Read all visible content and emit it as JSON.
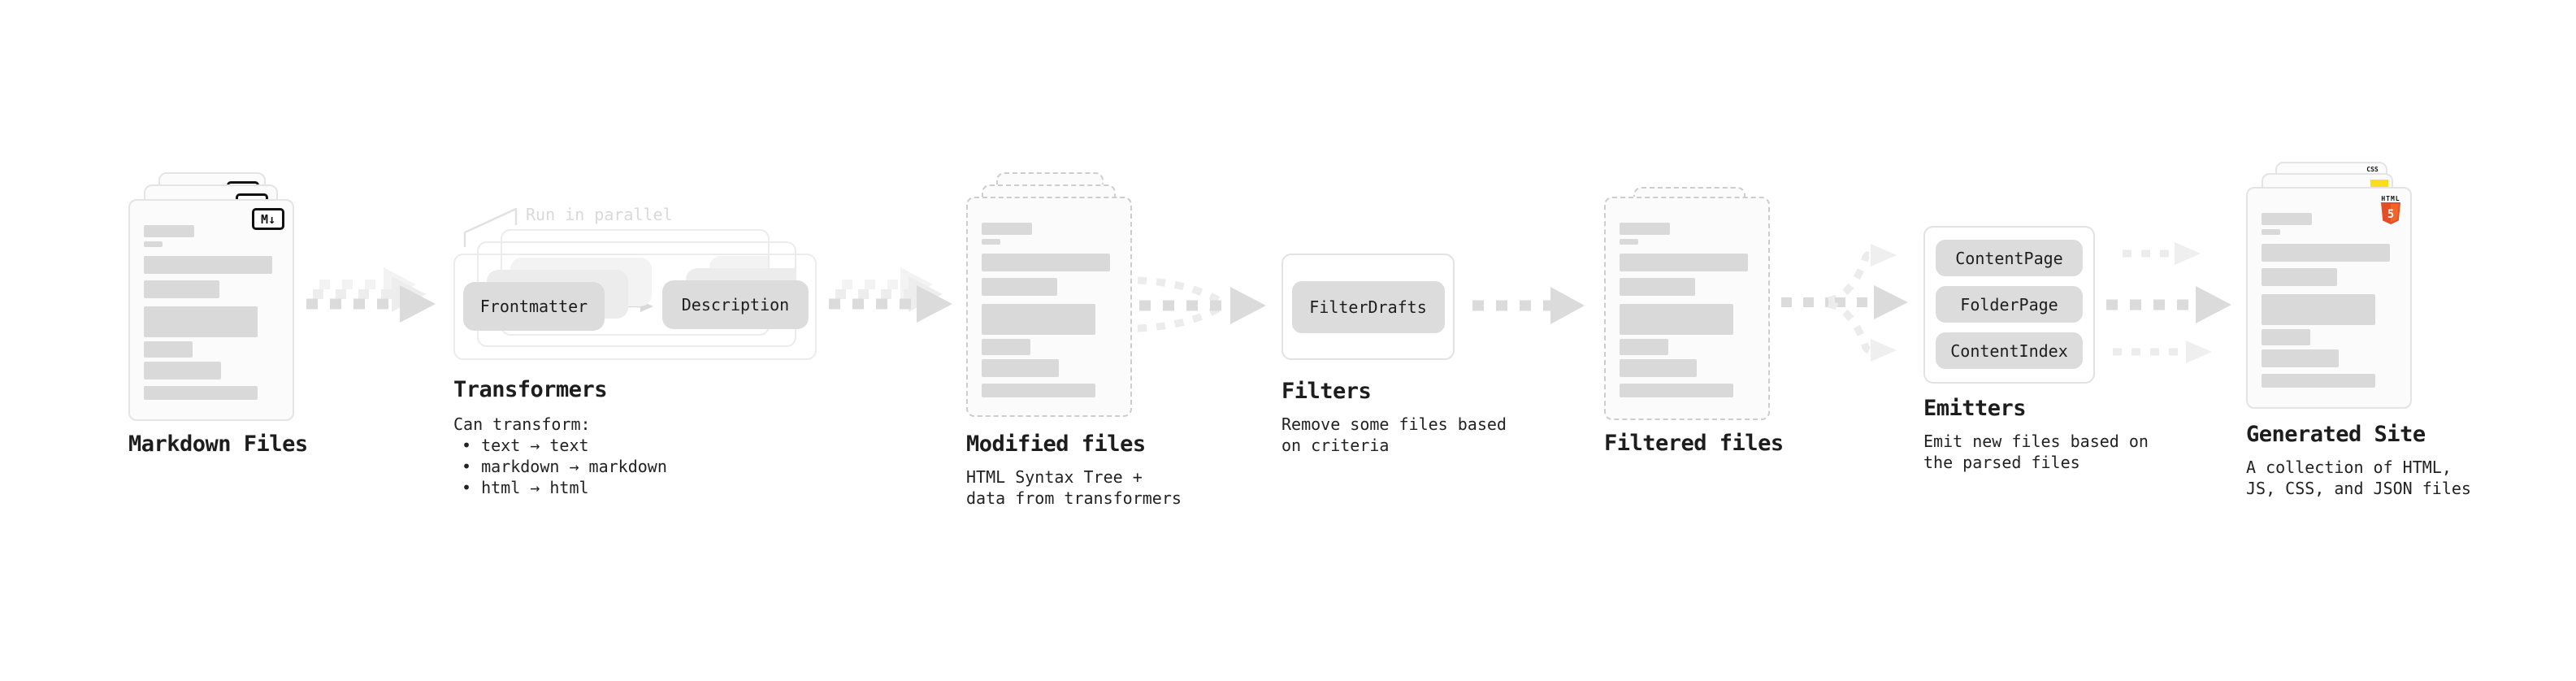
{
  "pipeline": {
    "markdown_files": {
      "label": "Markdown Files",
      "badge": "M↓"
    },
    "transformers": {
      "label": "Transformers",
      "annotation": "Run in parallel",
      "pill_left": "Frontmatter",
      "pill_right": "Description",
      "desc_title": "Can transform:",
      "bullets": [
        "• text → text",
        "• markdown → markdown",
        "• html → html"
      ]
    },
    "modified_files": {
      "label": "Modified files",
      "desc": [
        "HTML Syntax Tree +",
        "data from transformers"
      ]
    },
    "filters": {
      "label": "Filters",
      "pill": "FilterDrafts",
      "desc": [
        "Remove some files based",
        "on criteria"
      ]
    },
    "filtered_files": {
      "label": "Filtered files"
    },
    "emitters": {
      "label": "Emitters",
      "pills": [
        "ContentPage",
        "FolderPage",
        "ContentIndex"
      ],
      "desc": [
        "Emit new files based on",
        "the parsed files"
      ]
    },
    "generated_site": {
      "label": "Generated Site",
      "badges": {
        "css": "CSS",
        "html": "HTML",
        "html_number": "5"
      },
      "desc": [
        "A collection of HTML,",
        "JS, CSS, and JSON files"
      ]
    }
  },
  "colors": {
    "background": "#ffffff",
    "card_fill": "#fbfbfb",
    "card_border": "#e4e4e4",
    "dashed_border": "#cdcdcd",
    "pill_fill": "#dcdcdc",
    "bar_fill": "#d9d9d9",
    "arrow": "#dbdbdb",
    "arrow_light": "#ededed",
    "text": "#1d1d1d",
    "annotation": "#d9d9d9",
    "html5_orange": "#e44d26",
    "html5_orange_light": "#f16529",
    "js_yellow": "#f7df1e",
    "css_blue": "#2962ff"
  }
}
